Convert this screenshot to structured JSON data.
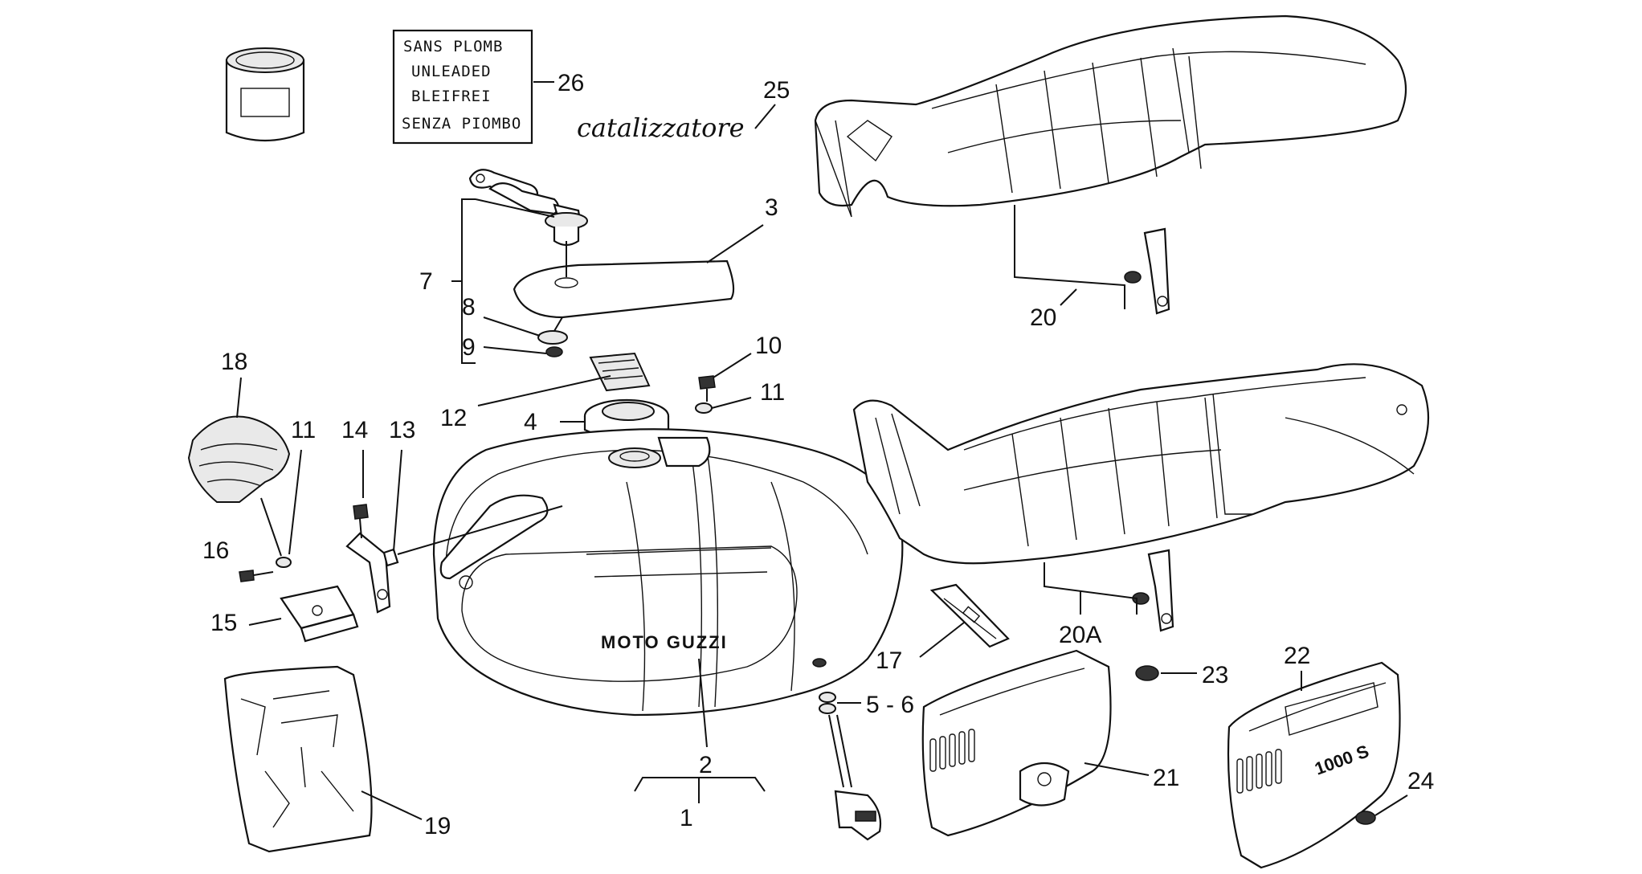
{
  "diagram": {
    "fuel_label": {
      "lines": [
        "SANS PLOMB",
        "UNLEADED",
        "BLEIFREI",
        "SENZA PIOMBO"
      ]
    },
    "script_text": "catalizzatore",
    "tank_brand": "MOTO GUZZI",
    "cover_brand": "1000 S",
    "callouts": {
      "c1": "1",
      "c2": "2",
      "c3": "3",
      "c4": "4",
      "c56": "5 - 6",
      "c7": "7",
      "c8": "8",
      "c9": "9",
      "c10": "10",
      "c11a": "11",
      "c11b": "11",
      "c12": "12",
      "c13": "13",
      "c14": "14",
      "c15": "15",
      "c16": "16",
      "c17": "17",
      "c18": "18",
      "c19": "19",
      "c20": "20",
      "c20a": "20A",
      "c21": "21",
      "c22": "22",
      "c23": "23",
      "c24": "24",
      "c25": "25",
      "c26": "26"
    }
  }
}
